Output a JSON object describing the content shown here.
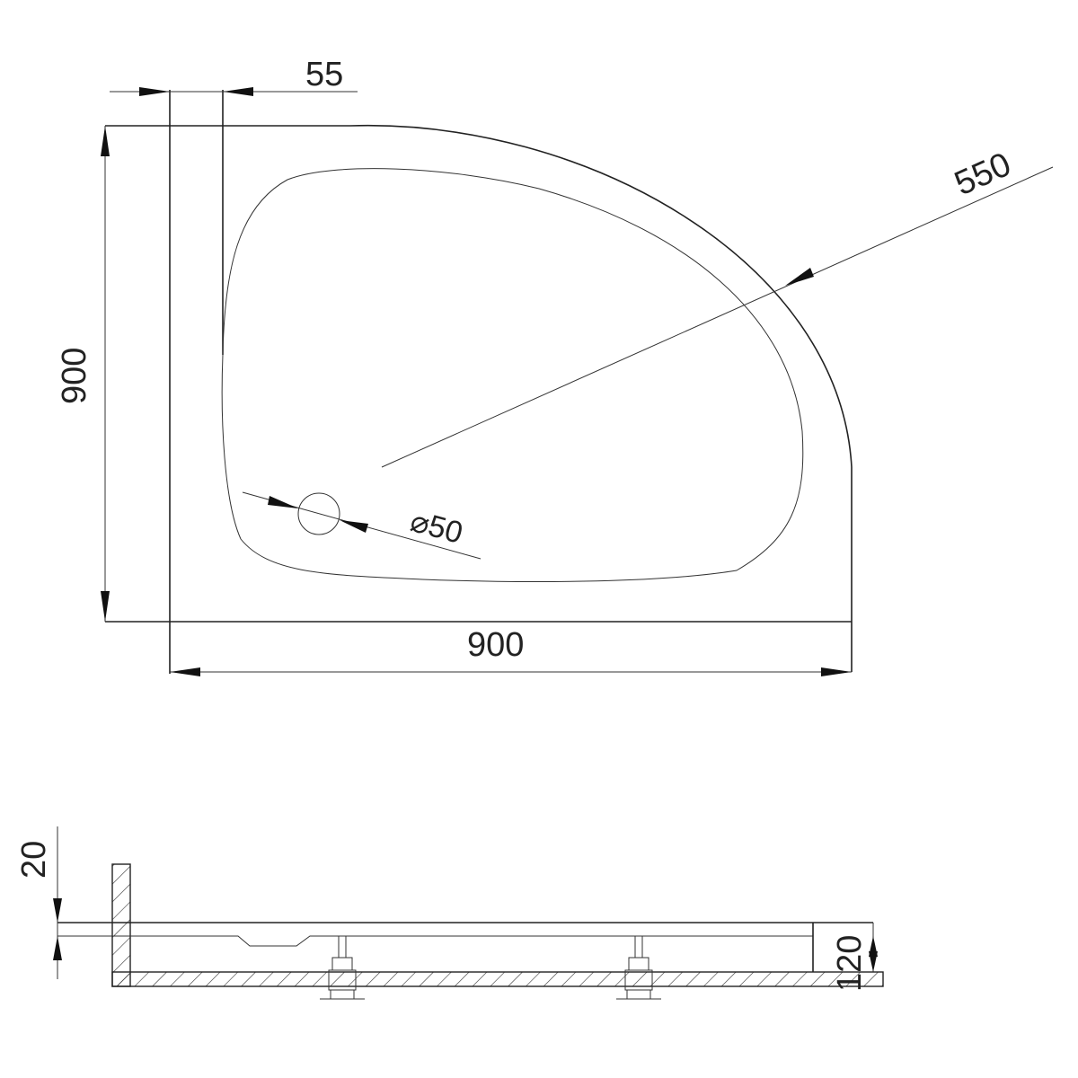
{
  "plan_view": {
    "dim_rim_width": "55",
    "dim_radius": "550",
    "dim_depth": "900",
    "dim_width": "900",
    "dim_drain": "⌀50"
  },
  "section_view": {
    "dim_wall_offset": "20",
    "dim_height": "120"
  }
}
